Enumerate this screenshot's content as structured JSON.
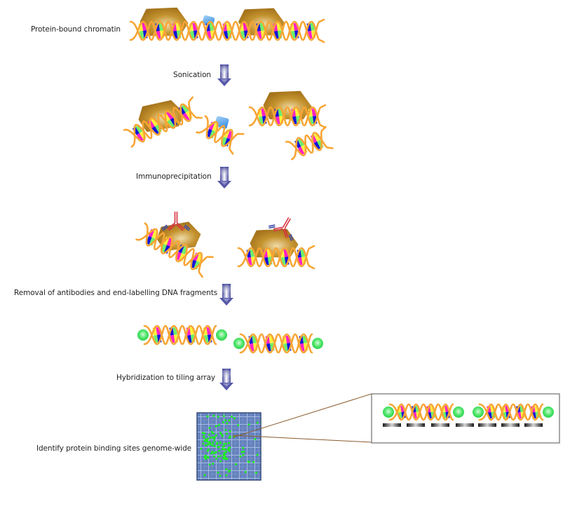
{
  "diagram": {
    "title": "ChIP-chip workflow",
    "steps": [
      {
        "id": "chromatin",
        "label": "Protein-bound chromatin"
      },
      {
        "id": "sonication",
        "label": "Sonication"
      },
      {
        "id": "ip",
        "label": "Immunoprecipitation"
      },
      {
        "id": "labelling",
        "label": "Removal of antibodies and end-labelling DNA fragments"
      },
      {
        "id": "hybridization",
        "label": "Hybridization to tiling array"
      },
      {
        "id": "identify",
        "label": "Identify protein binding sites genome-wide"
      }
    ],
    "icons": [
      "dna-helix-icon",
      "protein-hexagon-icon",
      "protein-square-icon",
      "antibody-icon",
      "fluorescent-label-icon",
      "down-arrow-icon",
      "tiling-array-icon",
      "array-probe-icon"
    ]
  },
  "colors": {
    "helix": "#f7a535",
    "base_yellow": "#fff23a",
    "base_magenta": "#ff21c6",
    "base_blue": "#1414d8",
    "base_green": "#6cf06c",
    "protein_brown": "#b07d22",
    "protein_light": "#e9cf92",
    "protein_blue": "#3d9be9",
    "antibody_red": "#d6303e",
    "antibody_blue": "#3a4aa8",
    "label_green": "#3ee65a",
    "arrow_dark": "#3e3f9a",
    "array_blue": "#6382bc",
    "spot_green": "#19f319",
    "connector_brown": "#8a5a2c",
    "inset_border": "#7a7a7a",
    "text": "#231f20"
  }
}
